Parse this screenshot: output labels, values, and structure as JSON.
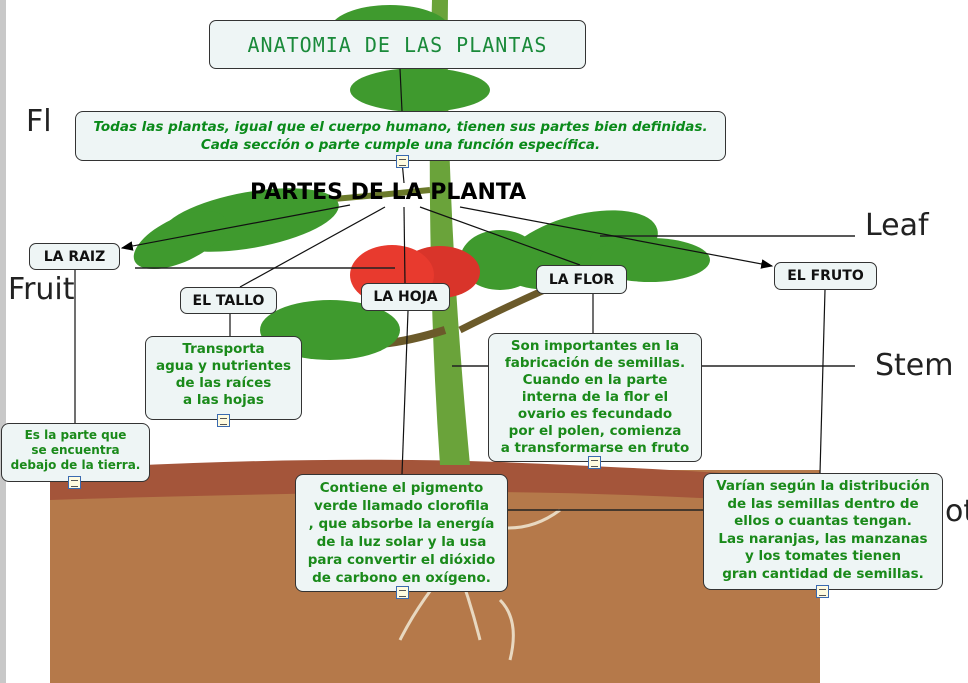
{
  "background_labels": {
    "leaf": "Leaf",
    "stem": "Stem",
    "fruit": "Fruit",
    "flower_partial": "Fl",
    "root_partial": "ot"
  },
  "title": "ANATOMIA DE LAS PLANTAS",
  "intro": {
    "line1": "Todas las plantas, igual que el cuerpo humano, tienen sus partes bien definidas.",
    "line2": "Cada sección o parte cumple una función específica."
  },
  "central": "PARTES DE LA PLANTA",
  "nodes": {
    "raiz": "LA RAIZ",
    "tallo": "EL TALLO",
    "hoja": "LA HOJA",
    "flor": "LA FLOR",
    "fruto": "EL FRUTO"
  },
  "descriptions": {
    "raiz": "Es la parte que\nse encuentra\ndebajo de la tierra.",
    "tallo": "Transporta\nagua y nutrientes\nde las raíces\na las hojas",
    "hoja": "Contiene el pigmento\nverde llamado clorofila\n, que absorbe la energía\nde la luz solar y la usa\npara convertir el dióxido\nde carbono en oxígeno.",
    "flor": "Son importantes en la\nfabricación de semillas.\nCuando en la parte\ninterna de la flor el\novario es fecundado\npor el polen, comienza\na transformarse en fruto",
    "fruto": "Varían según la distribución\nde las semillas dentro de\nellos o cuantas tengan.\nLas naranjas, las manzanas\ny los tomates tienen\ngran cantidad de semillas."
  }
}
